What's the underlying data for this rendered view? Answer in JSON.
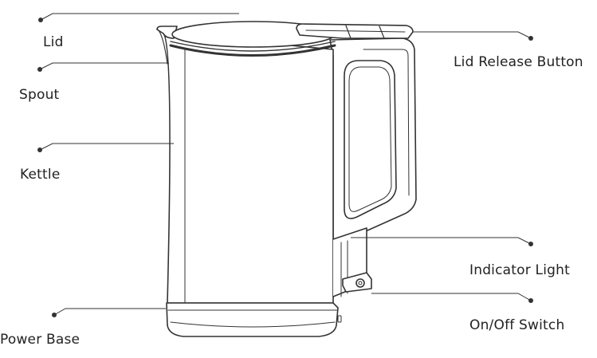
{
  "labels": {
    "lid": "Lid",
    "spout": "Spout",
    "kettle": "Kettle",
    "power_base": "Power Base",
    "lid_release_button": "Lid Release Button",
    "indicator_light": "Indicator Light",
    "on_off_switch": "On/Off Switch"
  },
  "colors": {
    "line": "#333333",
    "text": "#222222",
    "background": "#ffffff"
  }
}
